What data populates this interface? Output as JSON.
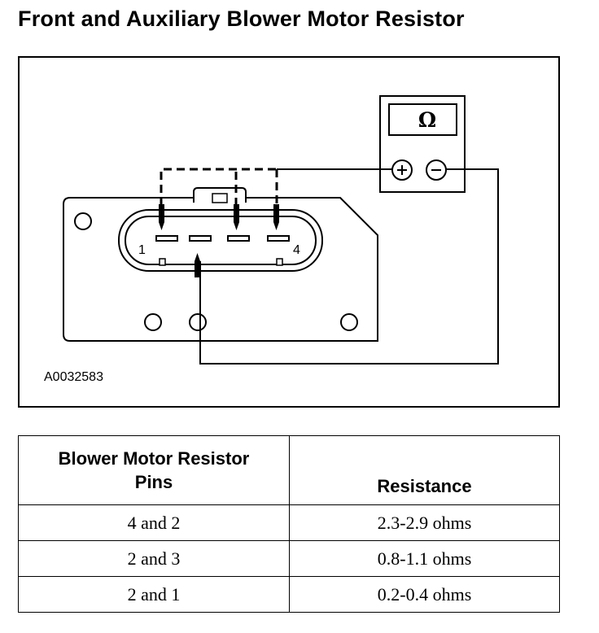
{
  "title": "Front and Auxiliary Blower Motor Resistor",
  "diagram": {
    "figure_id": "A0032583",
    "meter_symbol": "Ω",
    "meter_plus": "+",
    "meter_minus": "−",
    "pin_label_left": "1",
    "pin_label_right": "4"
  },
  "table": {
    "header_pins_line1": "Blower Motor Resistor",
    "header_pins_line2": "Pins",
    "header_resistance": "Resistance",
    "rows": [
      {
        "pins": "4 and 2",
        "resistance": "2.3-2.9 ohms"
      },
      {
        "pins": "2 and 3",
        "resistance": "0.8-1.1 ohms"
      },
      {
        "pins": "2 and 1",
        "resistance": "0.2-0.4 ohms"
      }
    ]
  }
}
